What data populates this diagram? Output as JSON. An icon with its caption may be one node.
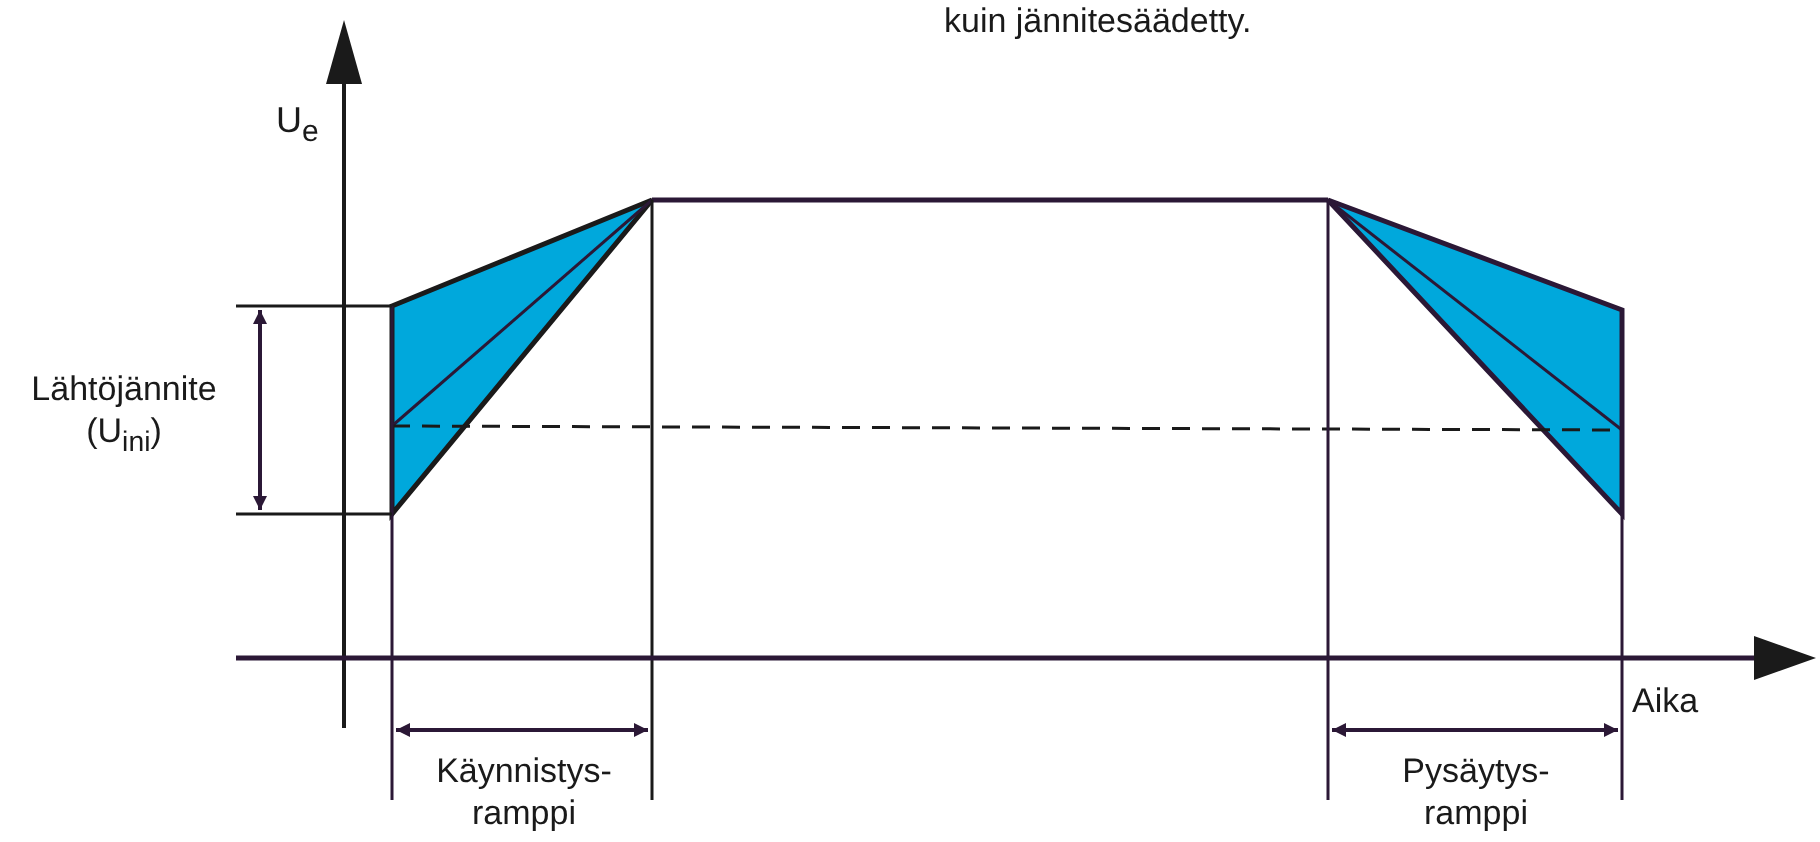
{
  "diagram": {
    "labels": [
      "kuin jännitesäädetty.",
      "U$_{e}$",
      "Lähtöjännite (U$_{ini}$)",
      "Aika",
      "Käynnistys- ramppi",
      "Pysäytys- ramppi"
    ]
  }
}
